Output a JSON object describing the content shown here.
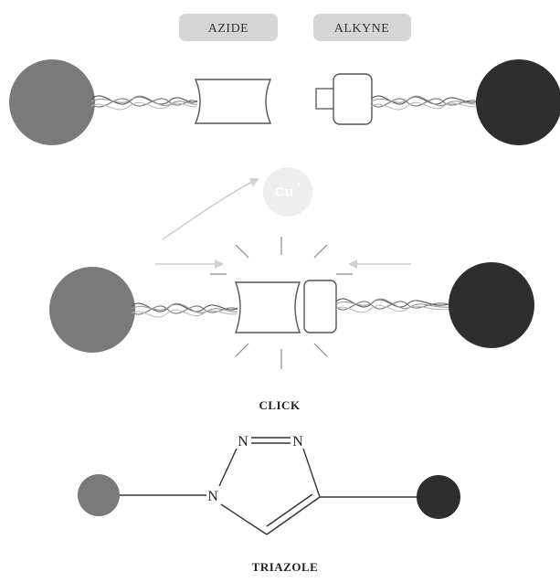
{
  "labels": {
    "azide": "AZIDE",
    "alkyne": "ALKYNE",
    "catalyst": "Cu",
    "catalyst_charge": "+",
    "click": "CLICK",
    "triazole": "TRIAZOLE"
  },
  "triazole_atoms": {
    "n1": "N",
    "n2": "N",
    "n3": "N"
  },
  "colors": {
    "left_sphere": "#7a7a7a",
    "right_sphere": "#2e2e2e",
    "pill": "#d6d6d6",
    "catalyst": "#eeeeee",
    "arrows": "#cfcfcf",
    "linker": "#555555"
  }
}
